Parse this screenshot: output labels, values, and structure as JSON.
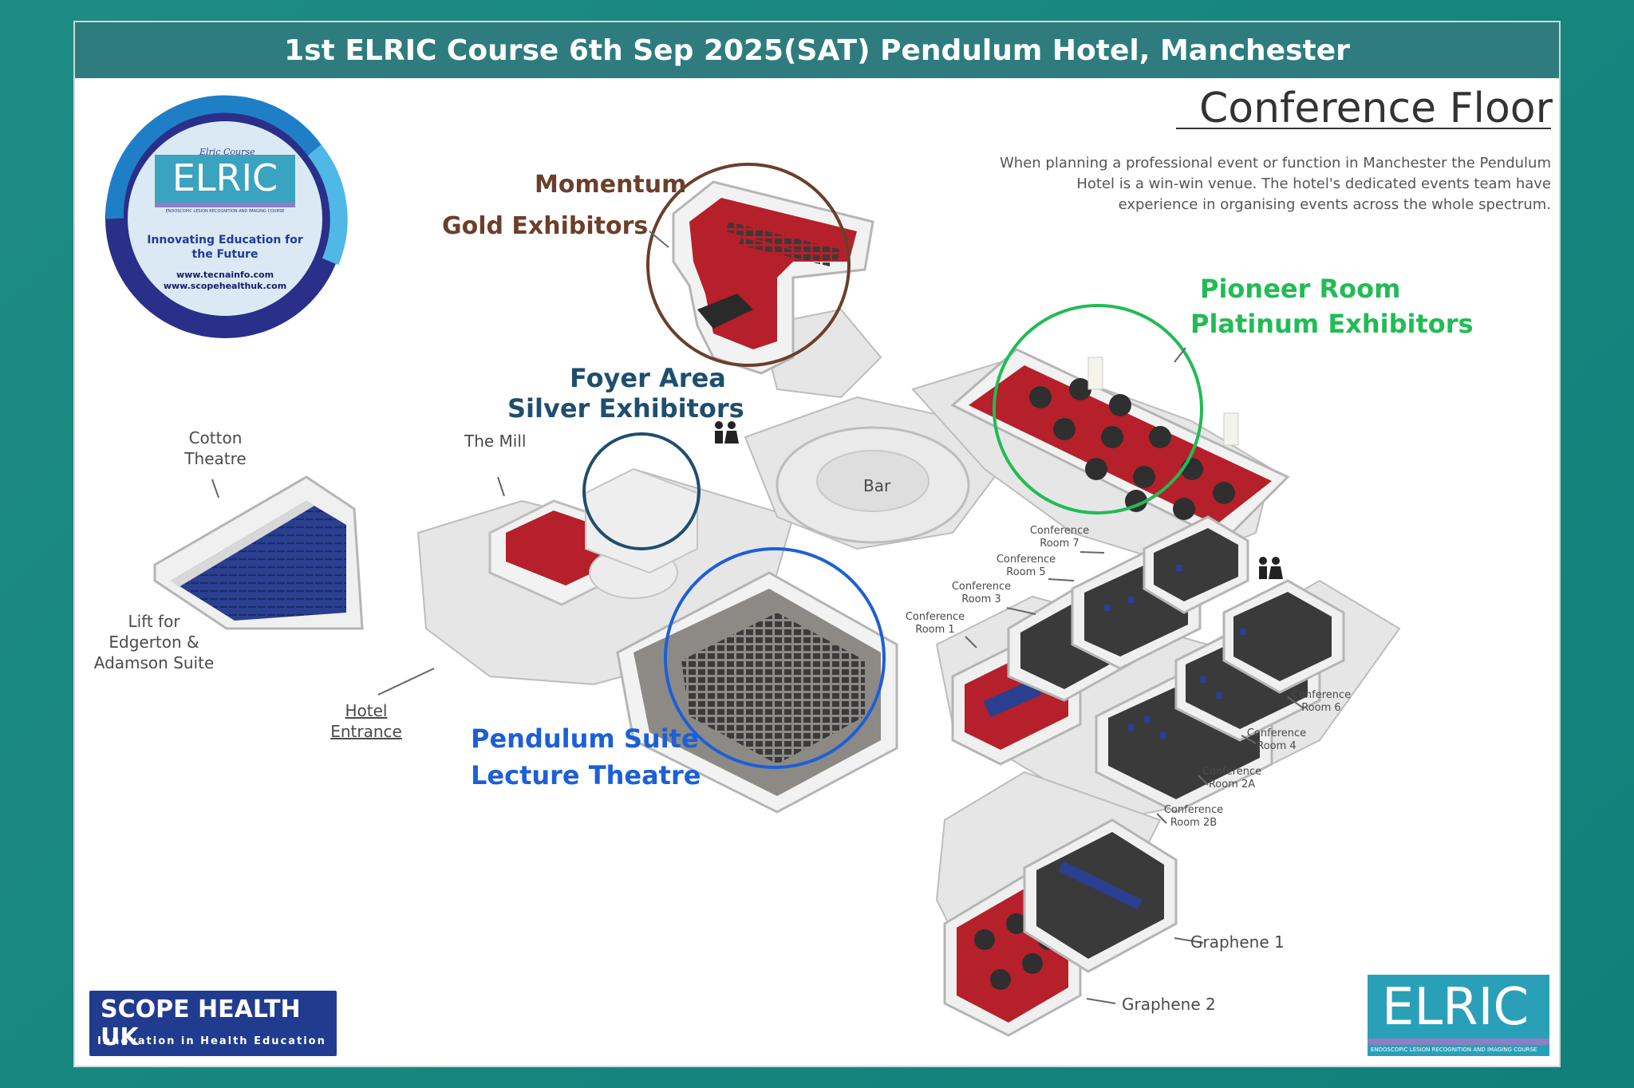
{
  "header": {
    "title": "1st ELRIC Course 6th Sep 2025(SAT) Pendulum Hotel, Manchester"
  },
  "floor": {
    "title": "Conference Floor",
    "description": "When planning a professional event or function in Manchester the Pendulum Hotel is a win-win venue. The hotel's dedicated events team have experience in organising events across the whole spectrum."
  },
  "badge": {
    "top_text": "Elric Course",
    "logo_text": "ELRIC",
    "logo_sub": "ENDOSCOPIC LESION RECOGNITION AND IMAGING COURSE",
    "tagline": "Innovating Education for the Future",
    "url1": "www.tecnainfo.com",
    "url2": "www.scopehealthuk.com"
  },
  "highlights": {
    "momentum_l1": "Momentum",
    "momentum_l2": "Gold Exhibitors",
    "pioneer_l1": "Pioneer Room",
    "pioneer_l2": "Platinum Exhibitors",
    "foyer_l1": "Foyer Area",
    "foyer_l2": "Silver Exhibitors",
    "pendulum_l1": "Pendulum Suite",
    "pendulum_l2": "Lecture Theatre"
  },
  "rooms": {
    "cotton_l1": "Cotton",
    "cotton_l2": "Theatre",
    "mill": "The Mill",
    "bar": "Bar",
    "lift_l1": "Lift for",
    "lift_l2": "Edgerton &",
    "lift_l3": "Adamson Suite",
    "entrance_l1": "Hotel",
    "entrance_l2": "Entrance",
    "graphene1": "Graphene 1",
    "graphene2": "Graphene 2",
    "conf_word": "Conference",
    "conf7": "Room 7",
    "conf5": "Room 5",
    "conf3": "Room 3",
    "conf1": "Room 1",
    "conf6": "Room 6",
    "conf4": "Room 4",
    "conf2a": "Room 2A",
    "conf2b": "Room 2B"
  },
  "logos": {
    "scope_brand": "SCOPE HEALTH UK",
    "scope_tag": "Innovation in Health Education",
    "elric_text": "ELRIC",
    "elric_sub": "ENDOSCOPIC LESION RECOGNITION AND IMAGING COURSE"
  },
  "colors": {
    "momentum": "#6b3f2a",
    "pioneer": "#22bb55",
    "foyer": "#1f4e6e",
    "pendulum": "#1d5fd6",
    "carpet_red": "#b5202a",
    "carpet_blue": "#2a3f8f"
  }
}
